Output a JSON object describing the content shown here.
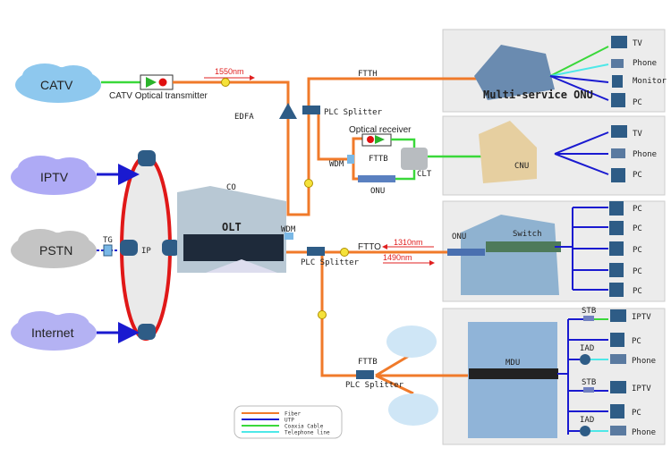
{
  "clouds": {
    "catv": "CATV",
    "iptv": "IPTV",
    "pstn": "PSTN",
    "internet": "Internet"
  },
  "head_end": {
    "transmitter": "CATV Optical transmitter",
    "wavelength_1550": "1550nm",
    "edfa": "EDFA",
    "tg": "TG",
    "ip": "IP"
  },
  "central_office": {
    "co": "CO",
    "olt": "OLT",
    "wdm": "WDM"
  },
  "splitters": {
    "top": "PLC Splitter",
    "middle": "PLC Splitter",
    "bottom": "PLC Splitter"
  },
  "ftth": {
    "label": "FTTH",
    "onu": "Multi-service ONU",
    "devices": [
      "TV",
      "Phone",
      "Monitor",
      "PC"
    ]
  },
  "fttb_catv": {
    "label": "FTTB",
    "receiver": "Optical receiver",
    "wdm": "WDM",
    "onu": "ONU",
    "clt": "CLT",
    "cnu": "CNU",
    "devices": [
      "TV",
      "Phone",
      "PC"
    ]
  },
  "ftto": {
    "label": "FTTO",
    "up": "1310nm",
    "down": "1490nm",
    "onu": "ONU",
    "switch": "Switch",
    "devices": [
      "PC",
      "PC",
      "PC",
      "PC",
      "PC"
    ]
  },
  "fttb_mdu": {
    "label": "FTTB",
    "mdu": "MDU",
    "stb": "STB",
    "iad": "IAD",
    "devices": [
      "IPTV",
      "PC",
      "Phone",
      "IPTV",
      "PC",
      "Phone"
    ]
  },
  "legend": [
    {
      "label": "Fiber",
      "color": "#f07a2a"
    },
    {
      "label": "UTP",
      "color": "#1a1ad0"
    },
    {
      "label": "Coaxia Cable",
      "color": "#3ad83a"
    },
    {
      "label": "Telephone line",
      "color": "#4ee8e8"
    }
  ]
}
